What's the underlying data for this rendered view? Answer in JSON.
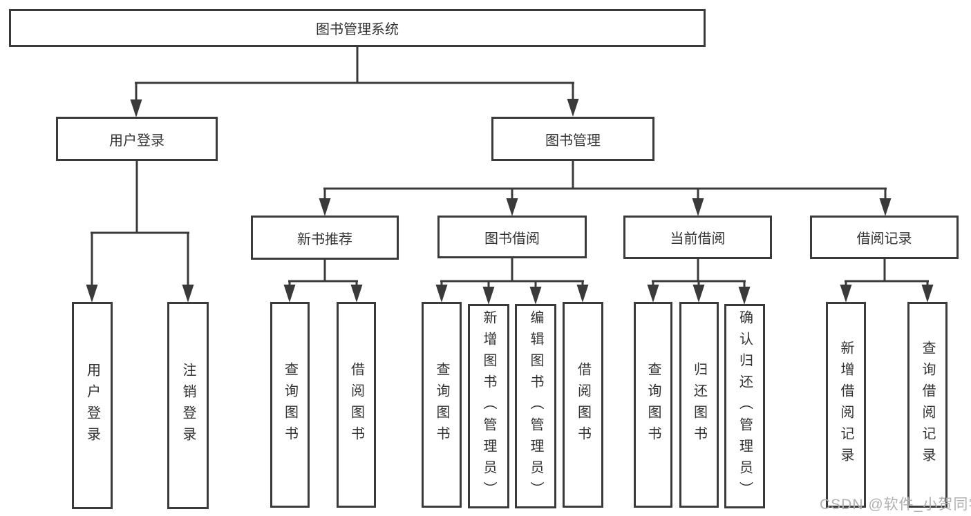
{
  "diagram": {
    "tree": {
      "root": "图书管理系统",
      "children": [
        {
          "label": "用户登录",
          "children": [
            "用户登录",
            "注销登录"
          ]
        },
        {
          "label": "图书管理",
          "children": [
            {
              "label": "新书推荐",
              "children": [
                "查询图书",
                "借阅图书"
              ]
            },
            {
              "label": "图书借阅",
              "children": [
                "查询图书",
                "新增图书（管理员）",
                "编辑图书（管理员）",
                "借阅图书"
              ]
            },
            {
              "label": "当前借阅",
              "children": [
                "查询图书",
                "归还图书",
                "确认归还（管理员）"
              ]
            },
            {
              "label": "借阅记录",
              "children": [
                "新增借阅记录",
                "查询借阅记录"
              ]
            }
          ]
        }
      ]
    },
    "watermark": "CSDN @软件_小贺同学",
    "colors": {
      "line": "#3a3a3a",
      "text": "#333333",
      "watermark": "#b0b0b0",
      "background": "#ffffff"
    }
  }
}
